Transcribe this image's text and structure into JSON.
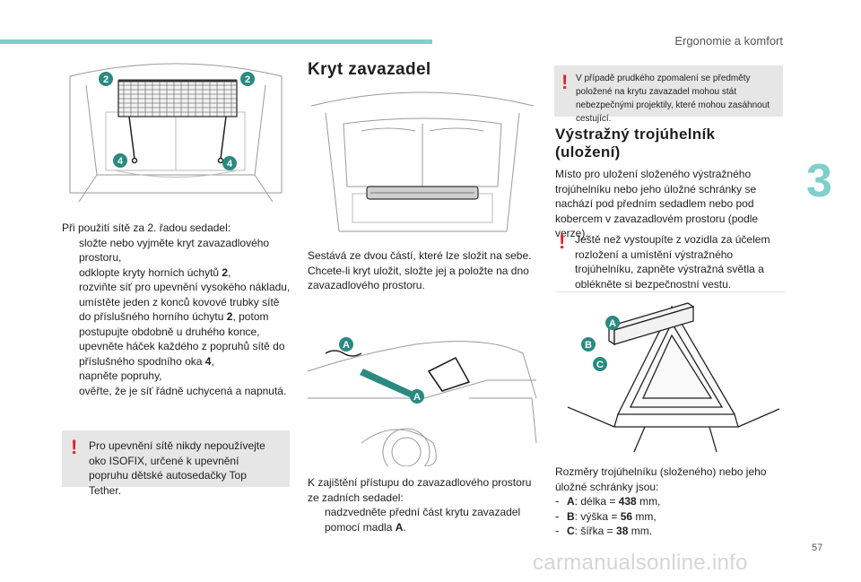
{
  "header": {
    "chapter_title": "Ergonomie a komfort",
    "side_number": "3",
    "page_number": "57",
    "watermark": "carmanualsonline.info"
  },
  "colors": {
    "accent": "#7ed0c9",
    "callout": "#2a8a80",
    "warning": "#e5202e",
    "note_bg": "#e6e6e6"
  },
  "col1": {
    "figure": {
      "callouts": [
        "2",
        "2",
        "4",
        "4"
      ]
    },
    "intro": "Při použití sítě za 2. řadou sedadel:",
    "bullet_icon": "square-bullet-icon",
    "steps": [
      {
        "bullet": "",
        "parts": [
          "složte nebo vyjměte kryt zavazadlového prostoru,"
        ]
      },
      {
        "bullet": "",
        "parts": [
          "odklopte kryty horních úchytů ",
          "2",
          ","
        ]
      },
      {
        "bullet": "",
        "parts": [
          "rozviňte síť pro upevnění vysokého nákladu,"
        ]
      },
      {
        "bullet": "",
        "parts": [
          "umístěte jeden z konců kovové trubky sítě do příslušného horního úchytu ",
          "2",
          ", potom postupujte obdobně u druhého konce,"
        ]
      },
      {
        "bullet": "",
        "parts": [
          "upevněte háček každého z popruhů sítě do příslušného spodního oka ",
          "4",
          ","
        ]
      },
      {
        "bullet": "",
        "parts": [
          "napněte popruhy,"
        ]
      },
      {
        "bullet": "",
        "parts": [
          "ověřte, že je síť řádně uchycená a napnutá."
        ]
      }
    ],
    "warning": {
      "mark": "!",
      "text": "Pro upevnění sítě nikdy nepoužívejte oko ISOFIX, určené k upevnění popruhu dětské autosedačky Top Tether."
    }
  },
  "col2": {
    "title": "Kryt zavazadel",
    "body": "Sestává ze dvou částí, které lze složit na sebe. Chcete-li kryt uložit, složte jej a položte na dno zavazadlového prostoru.",
    "figure": {
      "callouts": [
        "A",
        "A"
      ]
    },
    "access_intro": "K zajištění přístupu do zavazadlového prostoru ze zadních sedadel:",
    "access_steps": [
      {
        "bullet": "",
        "parts": [
          "nadzvedněte přední část krytu zavazadel pomocí madla ",
          "A",
          "."
        ]
      }
    ]
  },
  "col3": {
    "warning_top": {
      "mark": "!",
      "text": "V případě prudkého zpomalení se předměty položené na krytu zavazadel mohou stát nebezpečnými projektily, které mohou zasáhnout cestující."
    },
    "title_line1": "Výstražný trojúhelník",
    "title_line2": "(uložení)",
    "body": "Místo pro uložení složeného výstražného trojúhelníku nebo jeho úložné schránky se nachází pod předním sedadlem nebo pod kobercem v zavazadlovém prostoru (podle verze).",
    "warning_mid": {
      "mark": "!",
      "text": "Ještě než vystoupíte z vozidla za účelem rozložení a umístění výstražného trojúhelníku, zapněte výstražná světla a oblékněte si bezpečnostní vestu."
    },
    "figure": {
      "callouts": [
        "A",
        "B",
        "C"
      ]
    },
    "dims_intro": "Rozměry trojúhelníku (složeného) nebo jeho úložné schránky jsou:",
    "dims": [
      {
        "bullet": "-",
        "letter": "A",
        "label": ": délka = ",
        "value": "438",
        "unit": " mm,"
      },
      {
        "bullet": "-",
        "letter": "B",
        "label": ": výška = ",
        "value": "56",
        "unit": " mm,"
      },
      {
        "bullet": "-",
        "letter": "C",
        "label": ": šířka = ",
        "value": "38",
        "unit": " mm."
      }
    ]
  }
}
